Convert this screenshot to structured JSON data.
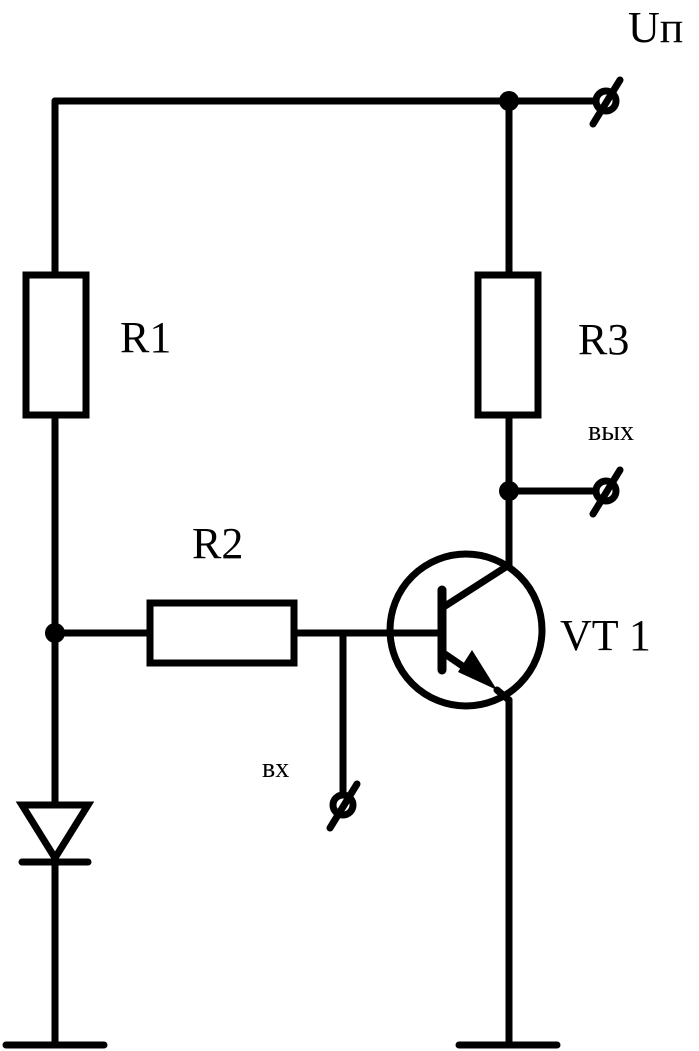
{
  "labels": {
    "supply": "Uп",
    "r1": "R1",
    "r2": "R2",
    "r3": "R3",
    "transistor": "VT 1",
    "output": "вых",
    "input": "вх"
  },
  "colors": {
    "stroke": "#000000",
    "background": "#ffffff",
    "resistor_fill": "#ffffff"
  }
}
